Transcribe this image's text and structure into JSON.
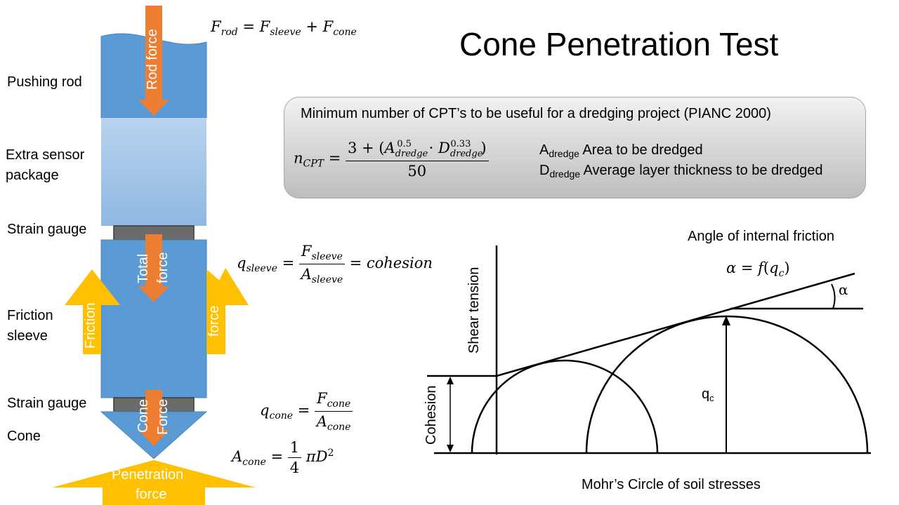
{
  "title": "Cone Penetration Test",
  "left_labels": {
    "pushing_rod": "Pushing rod",
    "extra_sensor_1": "Extra sensor",
    "extra_sensor_2": "package",
    "strain_gauge_top": "Strain gauge",
    "friction_sleeve_1": "Friction",
    "friction_sleeve_2": "sleeve",
    "strain_gauge_bottom": "Strain gauge",
    "cone": "Cone"
  },
  "arrows": {
    "rod_force": "Rod force",
    "total_force_1": "Total",
    "total_force_2": "force",
    "friction_left": "Friction",
    "friction_right": "force",
    "cone_force_1": "Cone",
    "cone_force_2": "Force",
    "penetration_1": "Penetration",
    "penetration_2": "force"
  },
  "equations": {
    "rod": "F_rod = F_sleeve + F_cone",
    "sleeve": "q_sleeve = F_sleeve / A_sleeve = cohesion",
    "cone_q": "q_cone = F_cone / A_cone",
    "cone_area": "A_cone = 1/4 π D^2",
    "ncpt": "n_CPT = (3 + (A_dredge^0.5 · D_dredge^0.33)) / 50"
  },
  "info_box": {
    "heading": "Minimum number of CPT’s to be useful for a dredging project (PIANC 2000)",
    "a_symbol": "A",
    "a_sub": "dredge",
    "a_desc": "Area to be dredged",
    "d_symbol": "D",
    "d_sub": "dredge",
    "d_desc": "Average layer thickness to be dredged"
  },
  "mohr": {
    "angle_label": "Angle of internal friction",
    "alpha_eq": "α = f(q_c)",
    "alpha": "α",
    "shear_axis": "Shear tension",
    "cohesion_axis": "Cohesion",
    "qc_label": "q",
    "qc_sub": "c",
    "caption": "Mohr’s Circle of soil stresses"
  },
  "colors": {
    "rod_blue": "#5b9bd5",
    "sensor_light_blue": "#a9c9ea",
    "gauge_grey": "#6b6b6b",
    "arrow_orange": "#ed7d31",
    "arrow_yellow": "#ffc000"
  }
}
